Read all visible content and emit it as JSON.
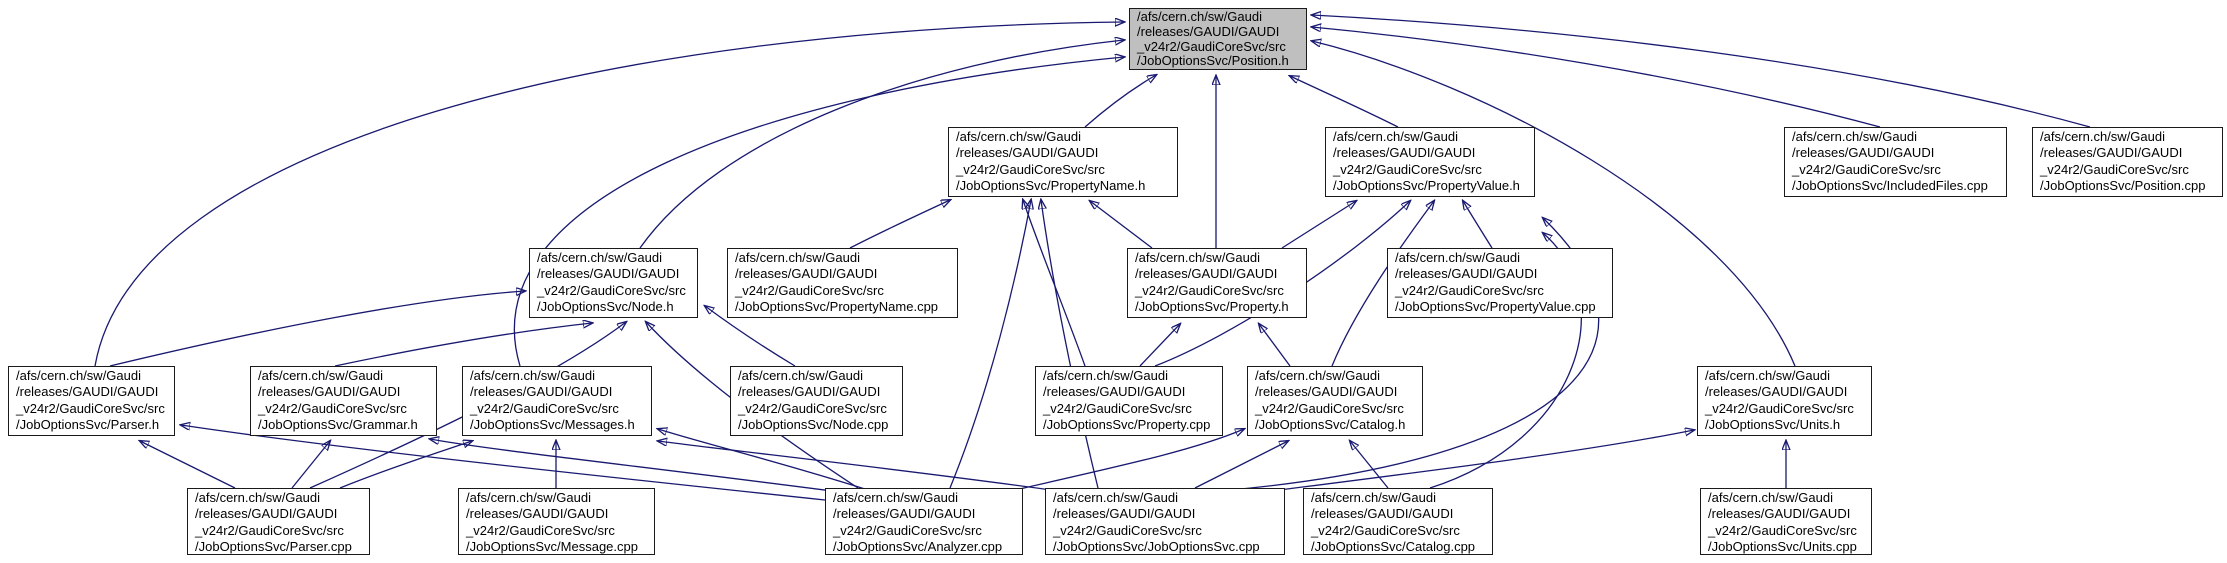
{
  "diagram": {
    "kind": "include-dependency-graph",
    "subject": "/afs/cern.ch/sw/Gaudi/releases/GAUDI/GAUDI_v24r2/GaudiCoreSvc/src/JobOptionsSvc/Position.h",
    "colors": {
      "edge": "#191970",
      "node_fill": "#ffffff",
      "highlight_fill": "#bfbfbf",
      "border": "#1a1a1a",
      "text": "#000000",
      "background": "#ffffff"
    }
  },
  "nodes": [
    {
      "id": "position_h",
      "highlighted": true,
      "label": "/afs/cern.ch/sw/Gaudi\n/releases/GAUDI/GAUDI\n_v24r2/GaudiCoreSvc/src\n/JobOptionsSvc/Position.h"
    },
    {
      "id": "propertyname_h",
      "highlighted": false,
      "label": "/afs/cern.ch/sw/Gaudi\n/releases/GAUDI/GAUDI\n_v24r2/GaudiCoreSvc/src\n/JobOptionsSvc/PropertyName.h"
    },
    {
      "id": "propertyvalue_h",
      "highlighted": false,
      "label": "/afs/cern.ch/sw/Gaudi\n/releases/GAUDI/GAUDI\n_v24r2/GaudiCoreSvc/src\n/JobOptionsSvc/PropertyValue.h"
    },
    {
      "id": "includedfiles_cpp",
      "highlighted": false,
      "label": "/afs/cern.ch/sw/Gaudi\n/releases/GAUDI/GAUDI\n_v24r2/GaudiCoreSvc/src\n/JobOptionsSvc/IncludedFiles.cpp"
    },
    {
      "id": "position_cpp",
      "highlighted": false,
      "label": "/afs/cern.ch/sw/Gaudi\n/releases/GAUDI/GAUDI\n_v24r2/GaudiCoreSvc/src\n/JobOptionsSvc/Position.cpp"
    },
    {
      "id": "node_h",
      "highlighted": false,
      "label": "/afs/cern.ch/sw/Gaudi\n/releases/GAUDI/GAUDI\n_v24r2/GaudiCoreSvc/src\n/JobOptionsSvc/Node.h"
    },
    {
      "id": "propertyname_cpp",
      "highlighted": false,
      "label": "/afs/cern.ch/sw/Gaudi\n/releases/GAUDI/GAUDI\n_v24r2/GaudiCoreSvc/src\n/JobOptionsSvc/PropertyName.cpp"
    },
    {
      "id": "property_h",
      "highlighted": false,
      "label": "/afs/cern.ch/sw/Gaudi\n/releases/GAUDI/GAUDI\n_v24r2/GaudiCoreSvc/src\n/JobOptionsSvc/Property.h"
    },
    {
      "id": "propertyvalue_cpp",
      "highlighted": false,
      "label": "/afs/cern.ch/sw/Gaudi\n/releases/GAUDI/GAUDI\n_v24r2/GaudiCoreSvc/src\n/JobOptionsSvc/PropertyValue.cpp"
    },
    {
      "id": "parser_h",
      "highlighted": false,
      "label": "/afs/cern.ch/sw/Gaudi\n/releases/GAUDI/GAUDI\n_v24r2/GaudiCoreSvc/src\n/JobOptionsSvc/Parser.h"
    },
    {
      "id": "grammar_h",
      "highlighted": false,
      "label": "/afs/cern.ch/sw/Gaudi\n/releases/GAUDI/GAUDI\n_v24r2/GaudiCoreSvc/src\n/JobOptionsSvc/Grammar.h"
    },
    {
      "id": "messages_h",
      "highlighted": false,
      "label": "/afs/cern.ch/sw/Gaudi\n/releases/GAUDI/GAUDI\n_v24r2/GaudiCoreSvc/src\n/JobOptionsSvc/Messages.h"
    },
    {
      "id": "node_cpp",
      "highlighted": false,
      "label": "/afs/cern.ch/sw/Gaudi\n/releases/GAUDI/GAUDI\n_v24r2/GaudiCoreSvc/src\n/JobOptionsSvc/Node.cpp"
    },
    {
      "id": "property_cpp",
      "highlighted": false,
      "label": "/afs/cern.ch/sw/Gaudi\n/releases/GAUDI/GAUDI\n_v24r2/GaudiCoreSvc/src\n/JobOptionsSvc/Property.cpp"
    },
    {
      "id": "catalog_h",
      "highlighted": false,
      "label": "/afs/cern.ch/sw/Gaudi\n/releases/GAUDI/GAUDI\n_v24r2/GaudiCoreSvc/src\n/JobOptionsSvc/Catalog.h"
    },
    {
      "id": "units_h",
      "highlighted": false,
      "label": "/afs/cern.ch/sw/Gaudi\n/releases/GAUDI/GAUDI\n_v24r2/GaudiCoreSvc/src\n/JobOptionsSvc/Units.h"
    },
    {
      "id": "parser_cpp",
      "highlighted": false,
      "label": "/afs/cern.ch/sw/Gaudi\n/releases/GAUDI/GAUDI\n_v24r2/GaudiCoreSvc/src\n/JobOptionsSvc/Parser.cpp"
    },
    {
      "id": "message_cpp",
      "highlighted": false,
      "label": "/afs/cern.ch/sw/Gaudi\n/releases/GAUDI/GAUDI\n_v24r2/GaudiCoreSvc/src\n/JobOptionsSvc/Message.cpp"
    },
    {
      "id": "analyzer_cpp",
      "highlighted": false,
      "label": "/afs/cern.ch/sw/Gaudi\n/releases/GAUDI/GAUDI\n_v24r2/GaudiCoreSvc/src\n/JobOptionsSvc/Analyzer.cpp"
    },
    {
      "id": "joboptionssvc_cpp",
      "highlighted": false,
      "label": "/afs/cern.ch/sw/Gaudi\n/releases/GAUDI/GAUDI\n_v24r2/GaudiCoreSvc/src\n/JobOptionsSvc/JobOptionsSvc.cpp"
    },
    {
      "id": "catalog_cpp",
      "highlighted": false,
      "label": "/afs/cern.ch/sw/Gaudi\n/releases/GAUDI/GAUDI\n_v24r2/GaudiCoreSvc/src\n/JobOptionsSvc/Catalog.cpp"
    },
    {
      "id": "units_cpp",
      "highlighted": false,
      "label": "/afs/cern.ch/sw/Gaudi\n/releases/GAUDI/GAUDI\n_v24r2/GaudiCoreSvc/src\n/JobOptionsSvc/Units.cpp"
    }
  ],
  "edges": [
    {
      "from": "propertyname_h",
      "to": "position_h"
    },
    {
      "from": "propertyvalue_h",
      "to": "position_h"
    },
    {
      "from": "property_h",
      "to": "position_h"
    },
    {
      "from": "node_h",
      "to": "position_h"
    },
    {
      "from": "parser_h",
      "to": "position_h"
    },
    {
      "from": "messages_h",
      "to": "position_h"
    },
    {
      "from": "units_h",
      "to": "position_h"
    },
    {
      "from": "includedfiles_cpp",
      "to": "position_h"
    },
    {
      "from": "position_cpp",
      "to": "position_h"
    },
    {
      "from": "propertyname_cpp",
      "to": "propertyname_h"
    },
    {
      "from": "property_h",
      "to": "propertyname_h"
    },
    {
      "from": "property_cpp",
      "to": "propertyname_h"
    },
    {
      "from": "analyzer_cpp",
      "to": "propertyname_h"
    },
    {
      "from": "joboptionssvc_cpp",
      "to": "propertyname_h"
    },
    {
      "from": "propertyvalue_cpp",
      "to": "propertyvalue_h"
    },
    {
      "from": "property_h",
      "to": "propertyvalue_h"
    },
    {
      "from": "property_cpp",
      "to": "propertyvalue_h"
    },
    {
      "from": "catalog_h",
      "to": "propertyvalue_h"
    },
    {
      "from": "joboptionssvc_cpp",
      "to": "propertyvalue_h"
    },
    {
      "from": "catalog_cpp",
      "to": "propertyvalue_h"
    },
    {
      "from": "grammar_h",
      "to": "node_h"
    },
    {
      "from": "node_cpp",
      "to": "node_h"
    },
    {
      "from": "analyzer_cpp",
      "to": "node_h"
    },
    {
      "from": "parser_h",
      "to": "node_h"
    },
    {
      "from": "parser_cpp",
      "to": "node_h"
    },
    {
      "from": "property_cpp",
      "to": "property_h"
    },
    {
      "from": "catalog_h",
      "to": "property_h"
    },
    {
      "from": "parser_cpp",
      "to": "parser_h"
    },
    {
      "from": "analyzer_cpp",
      "to": "parser_h"
    },
    {
      "from": "parser_cpp",
      "to": "grammar_h"
    },
    {
      "from": "analyzer_cpp",
      "to": "grammar_h"
    },
    {
      "from": "message_cpp",
      "to": "messages_h"
    },
    {
      "from": "parser_cpp",
      "to": "messages_h"
    },
    {
      "from": "analyzer_cpp",
      "to": "messages_h"
    },
    {
      "from": "joboptionssvc_cpp",
      "to": "messages_h"
    },
    {
      "from": "catalog_cpp",
      "to": "catalog_h"
    },
    {
      "from": "joboptionssvc_cpp",
      "to": "catalog_h"
    },
    {
      "from": "analyzer_cpp",
      "to": "catalog_h"
    },
    {
      "from": "units_cpp",
      "to": "units_h"
    },
    {
      "from": "joboptionssvc_cpp",
      "to": "units_h"
    }
  ]
}
